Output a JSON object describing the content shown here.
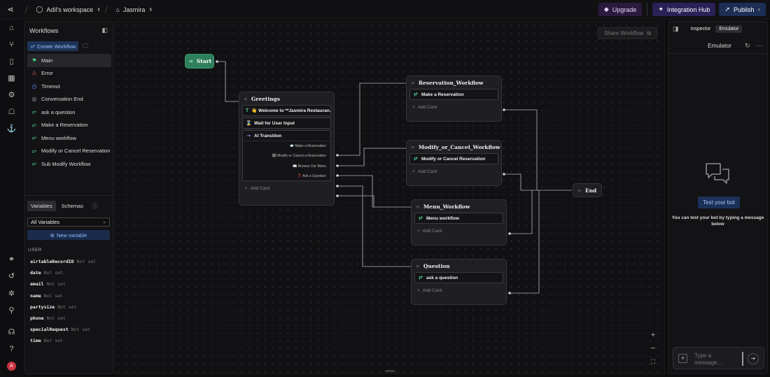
{
  "topbar": {
    "workspace": "Adil's workspace",
    "project": "Jasmira",
    "upgrade": "Upgrade",
    "integration_hub": "Integration Hub",
    "publish": "Publish"
  },
  "workflows_panel": {
    "title": "Workflows",
    "create_label": "Create Workflow",
    "items": [
      {
        "label": "Main",
        "icon": "flag-icon",
        "color": "#4fd38f"
      },
      {
        "label": "Error",
        "icon": "warning-icon",
        "color": "#e0515a"
      },
      {
        "label": "Timeout",
        "icon": "clock-icon",
        "color": "#6b8cff"
      },
      {
        "label": "Conversation End",
        "icon": "stop-circle-icon",
        "color": "#aaaaaa"
      },
      {
        "label": "ask a question",
        "icon": "workflow-icon",
        "color": "#4fd38f"
      },
      {
        "label": "Make a Reservation",
        "icon": "workflow-icon",
        "color": "#4fd38f"
      },
      {
        "label": "Menu workflow",
        "icon": "workflow-icon",
        "color": "#4fd38f"
      },
      {
        "label": "Modify or Cancel Reservation",
        "icon": "workflow-icon",
        "color": "#4fd38f"
      },
      {
        "label": "Sub Modify Workflow",
        "icon": "workflow-icon",
        "color": "#4fd38f"
      }
    ]
  },
  "variables_panel": {
    "tab_variables": "Variables",
    "tab_schemas": "Schemas",
    "filter_selected": "All Variables",
    "new_variable": "New variable",
    "section": "USER",
    "not_set": "Not set",
    "vars": [
      "airtableRecordID",
      "date",
      "email",
      "name",
      "partysize",
      "phone",
      "specialRequest",
      "time"
    ]
  },
  "canvas": {
    "share": "Share Workflow",
    "start": "Start",
    "end": "End",
    "add_card": "Add Card",
    "greetings": {
      "title": "Greetings",
      "message": "👋 Welcome to **Jasmira Restauran...",
      "wait": "Wait for User Input",
      "ai_title": "AI Transition",
      "options": [
        "📨 Make a Reservation",
        "🗓 Modify or Cancel a Reservation",
        "📖 Browse Our Menu",
        "❓ Ask a Question"
      ]
    },
    "reservation": {
      "title": "Reservation_Workflow",
      "card": "Make a Reservation"
    },
    "modify": {
      "title": "Modify_or_Cancel_Workflow",
      "card": "Modify or Cancel Reservation"
    },
    "menu": {
      "title": "Menu_Workflow",
      "card": "Menu workflow"
    },
    "question": {
      "title": "Question",
      "card": "ask a question"
    }
  },
  "right_panel": {
    "tab_inspector": "Inspector",
    "tab_emulator": "Emulator",
    "title": "Emulator",
    "test_button": "Test your bot",
    "message": "You can test your bot by typing a message below",
    "input_placeholder": "Type a message..."
  }
}
